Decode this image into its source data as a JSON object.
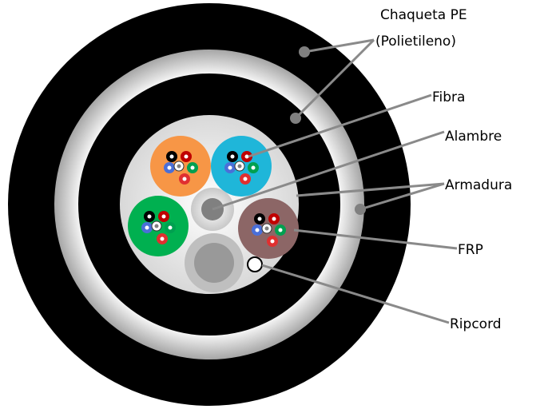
{
  "labels": {
    "jacket_line1": "Chaqueta PE",
    "jacket_line2": "(Polietileno)",
    "fibra": "Fibra",
    "alambre": "Alambre",
    "armadura": "Armadura",
    "frp": "FRP",
    "ripcord": "Ripcord"
  },
  "colors": {
    "outer_jacket": "#000000",
    "armor": "#d9d9d9",
    "core_fill": "#e8e8e8",
    "tube_orange": "#f79646",
    "tube_cyan": "#1fb6d9",
    "tube_green": "#00b050",
    "tube_brown": "#8c6666",
    "wire": "#808080",
    "frp": "#999999",
    "ripcord": "#ffffff",
    "leader_line": "#8a8a8a"
  },
  "fiber_colors": [
    "#000000",
    "#c00000",
    "#00a050",
    "#e03030",
    "#4a6fd8",
    "#ffffff"
  ]
}
